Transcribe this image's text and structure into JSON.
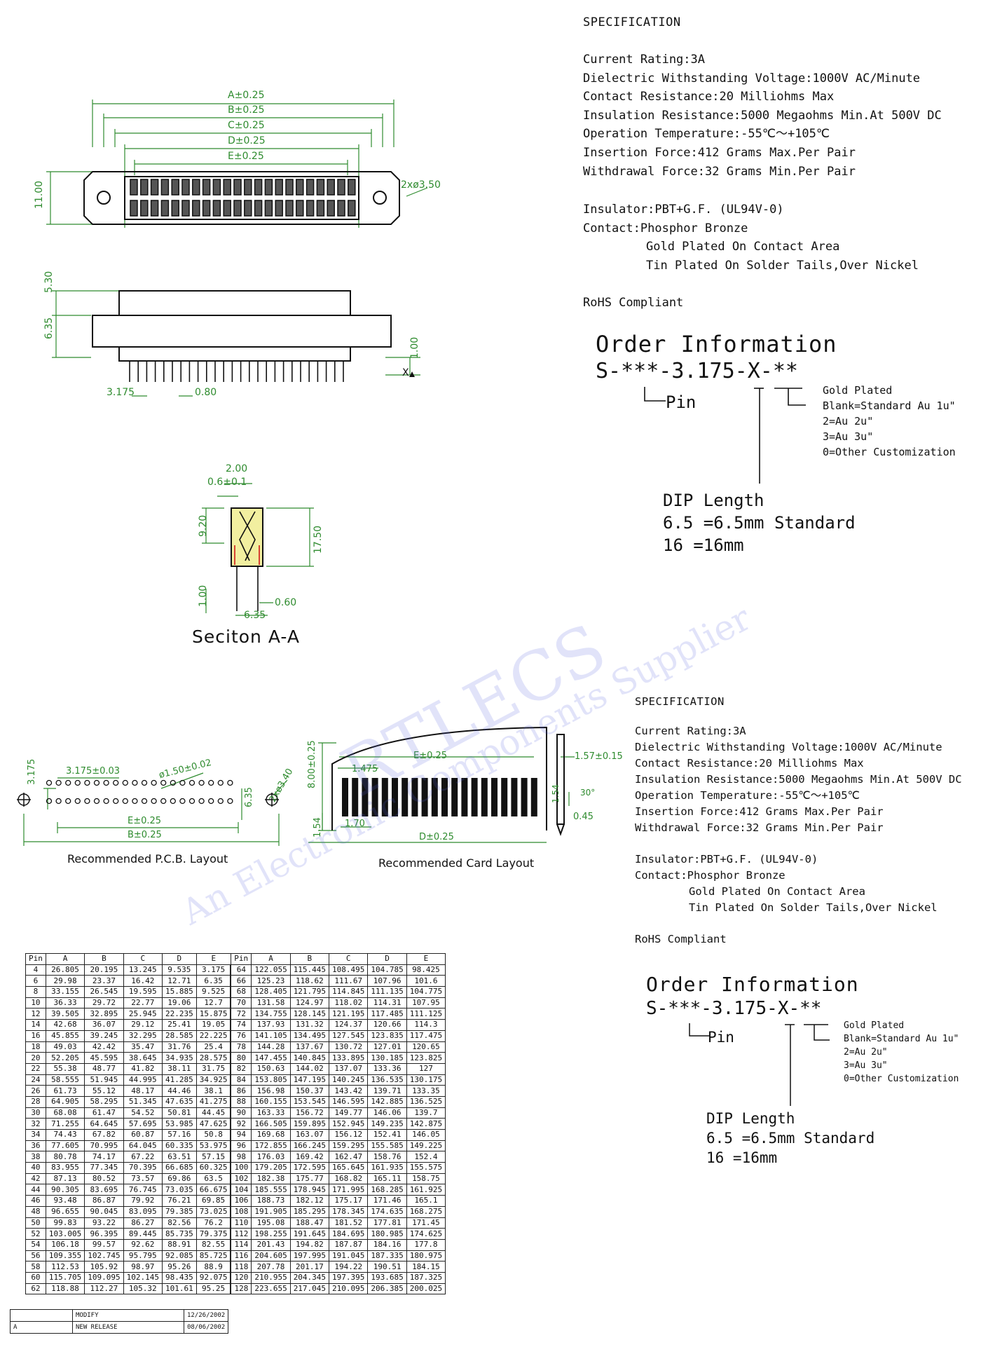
{
  "spec1": {
    "title": "SPECIFICATION",
    "lines": [
      "Current Rating:3A",
      "Dielectric Withstanding Voltage:1000V AC/Minute",
      "Contact Resistance:20 Milliohms Max",
      "Insulation Resistance:5000 Megaohms Min.At 500V DC",
      "Operation Temperature:-55℃～+105℃",
      "Insertion Force:412 Grams Max.Per Pair",
      "Withdrawal Force:32 Grams Min.Per Pair"
    ],
    "insulator": "Insulator:PBT+G.F. (UL94V-0)",
    "contact": "Contact:Phosphor Bronze",
    "plating1": "Gold Plated On Contact Area",
    "plating2": "Tin Plated On Solder Tails,Over Nickel",
    "rohs": "RoHS Compliant"
  },
  "order": {
    "title": "Order Information",
    "code": "S-***-3.175-X-**",
    "pin": "Pin",
    "gold_title": "Gold Plated",
    "gold_options": [
      "Blank=Standard Au 1u\"",
      "2=Au 2u\"",
      "3=Au 3u\"",
      "0=Other Customization"
    ],
    "dip_title": "DIP Length",
    "dip_options": [
      "6.5 =6.5mm Standard",
      "16  =16mm"
    ]
  },
  "drawing": {
    "dim_a": "A±0.25",
    "dim_b": "B±0.25",
    "dim_c": "C±0.25",
    "dim_d": "D±0.25",
    "dim_e": "E±0.25",
    "height": "11.00",
    "holes": "2xø3.50",
    "side_h1": "5.30",
    "side_h2": "6.35",
    "side_tail": "1.00",
    "pitch": "3.175",
    "tail_w": "0.80",
    "x_label": "X",
    "sec_w1": "2.00",
    "sec_w2": "0.6±0.1",
    "sec_h1": "9.20",
    "sec_h2": "17.50",
    "sec_h3": "1.00",
    "sec_w3": "0.60",
    "sec_w4": "6.35",
    "section_title": "Seciton A-A"
  },
  "pcb": {
    "pitch_v": "3.175",
    "pitch_h": "3.175±0.03",
    "hole_d": "ø1.50±0.02",
    "mount": "2xø3.40",
    "row_gap": "6.35",
    "dim_e": "E±0.25",
    "dim_b": "B±0.25",
    "caption": "Recommended P.C.B. Layout"
  },
  "card": {
    "height": "8.00±0.25",
    "pad_start": "1.475",
    "dim_e": "E±0.25",
    "bottom_h": "1.54",
    "pad_w": "1.70",
    "dim_d": "D±0.25",
    "thickness": "1.57±0.15",
    "edge_h": "1.54",
    "angle": "30°",
    "chamfer": "0.45",
    "caption": "Recommended Card Layout"
  },
  "table": {
    "headers": [
      "Pin",
      "A",
      "B",
      "C",
      "D",
      "E",
      "Pin",
      "A",
      "B",
      "C",
      "D",
      "E"
    ],
    "rows": [
      [
        "4",
        "26.805",
        "20.195",
        "13.245",
        "9.535",
        "3.175",
        "64",
        "122.055",
        "115.445",
        "108.495",
        "104.785",
        "98.425"
      ],
      [
        "6",
        "29.98",
        "23.37",
        "16.42",
        "12.71",
        "6.35",
        "66",
        "125.23",
        "118.62",
        "111.67",
        "107.96",
        "101.6"
      ],
      [
        "8",
        "33.155",
        "26.545",
        "19.595",
        "15.885",
        "9.525",
        "68",
        "128.405",
        "121.795",
        "114.845",
        "111.135",
        "104.775"
      ],
      [
        "10",
        "36.33",
        "29.72",
        "22.77",
        "19.06",
        "12.7",
        "70",
        "131.58",
        "124.97",
        "118.02",
        "114.31",
        "107.95"
      ],
      [
        "12",
        "39.505",
        "32.895",
        "25.945",
        "22.235",
        "15.875",
        "72",
        "134.755",
        "128.145",
        "121.195",
        "117.485",
        "111.125"
      ],
      [
        "14",
        "42.68",
        "36.07",
        "29.12",
        "25.41",
        "19.05",
        "74",
        "137.93",
        "131.32",
        "124.37",
        "120.66",
        "114.3"
      ],
      [
        "16",
        "45.855",
        "39.245",
        "32.295",
        "28.585",
        "22.225",
        "76",
        "141.105",
        "134.495",
        "127.545",
        "123.835",
        "117.475"
      ],
      [
        "18",
        "49.03",
        "42.42",
        "35.47",
        "31.76",
        "25.4",
        "78",
        "144.28",
        "137.67",
        "130.72",
        "127.01",
        "120.65"
      ],
      [
        "20",
        "52.205",
        "45.595",
        "38.645",
        "34.935",
        "28.575",
        "80",
        "147.455",
        "140.845",
        "133.895",
        "130.185",
        "123.825"
      ],
      [
        "22",
        "55.38",
        "48.77",
        "41.82",
        "38.11",
        "31.75",
        "82",
        "150.63",
        "144.02",
        "137.07",
        "133.36",
        "127"
      ],
      [
        "24",
        "58.555",
        "51.945",
        "44.995",
        "41.285",
        "34.925",
        "84",
        "153.805",
        "147.195",
        "140.245",
        "136.535",
        "130.175"
      ],
      [
        "26",
        "61.73",
        "55.12",
        "48.17",
        "44.46",
        "38.1",
        "86",
        "156.98",
        "150.37",
        "143.42",
        "139.71",
        "133.35"
      ],
      [
        "28",
        "64.905",
        "58.295",
        "51.345",
        "47.635",
        "41.275",
        "88",
        "160.155",
        "153.545",
        "146.595",
        "142.885",
        "136.525"
      ],
      [
        "30",
        "68.08",
        "61.47",
        "54.52",
        "50.81",
        "44.45",
        "90",
        "163.33",
        "156.72",
        "149.77",
        "146.06",
        "139.7"
      ],
      [
        "32",
        "71.255",
        "64.645",
        "57.695",
        "53.985",
        "47.625",
        "92",
        "166.505",
        "159.895",
        "152.945",
        "149.235",
        "142.875"
      ],
      [
        "34",
        "74.43",
        "67.82",
        "60.87",
        "57.16",
        "50.8",
        "94",
        "169.68",
        "163.07",
        "156.12",
        "152.41",
        "146.05"
      ],
      [
        "36",
        "77.605",
        "70.995",
        "64.045",
        "60.335",
        "53.975",
        "96",
        "172.855",
        "166.245",
        "159.295",
        "155.585",
        "149.225"
      ],
      [
        "38",
        "80.78",
        "74.17",
        "67.22",
        "63.51",
        "57.15",
        "98",
        "176.03",
        "169.42",
        "162.47",
        "158.76",
        "152.4"
      ],
      [
        "40",
        "83.955",
        "77.345",
        "70.395",
        "66.685",
        "60.325",
        "100",
        "179.205",
        "172.595",
        "165.645",
        "161.935",
        "155.575"
      ],
      [
        "42",
        "87.13",
        "80.52",
        "73.57",
        "69.86",
        "63.5",
        "102",
        "182.38",
        "175.77",
        "168.82",
        "165.11",
        "158.75"
      ],
      [
        "44",
        "90.305",
        "83.695",
        "76.745",
        "73.035",
        "66.675",
        "104",
        "185.555",
        "178.945",
        "171.995",
        "168.285",
        "161.925"
      ],
      [
        "46",
        "93.48",
        "86.87",
        "79.92",
        "76.21",
        "69.85",
        "106",
        "188.73",
        "182.12",
        "175.17",
        "171.46",
        "165.1"
      ],
      [
        "48",
        "96.655",
        "90.045",
        "83.095",
        "79.385",
        "73.025",
        "108",
        "191.905",
        "185.295",
        "178.345",
        "174.635",
        "168.275"
      ],
      [
        "50",
        "99.83",
        "93.22",
        "86.27",
        "82.56",
        "76.2",
        "110",
        "195.08",
        "188.47",
        "181.52",
        "177.81",
        "171.45"
      ],
      [
        "52",
        "103.005",
        "96.395",
        "89.445",
        "85.735",
        "79.375",
        "112",
        "198.255",
        "191.645",
        "184.695",
        "180.985",
        "174.625"
      ],
      [
        "54",
        "106.18",
        "99.57",
        "92.62",
        "88.91",
        "82.55",
        "114",
        "201.43",
        "194.82",
        "187.87",
        "184.16",
        "177.8"
      ],
      [
        "56",
        "109.355",
        "102.745",
        "95.795",
        "92.085",
        "85.725",
        "116",
        "204.605",
        "197.995",
        "191.045",
        "187.335",
        "180.975"
      ],
      [
        "58",
        "112.53",
        "105.92",
        "98.97",
        "95.26",
        "88.9",
        "118",
        "207.78",
        "201.17",
        "194.22",
        "190.51",
        "184.15"
      ],
      [
        "60",
        "115.705",
        "109.095",
        "102.145",
        "98.435",
        "92.075",
        "120",
        "210.955",
        "204.345",
        "197.395",
        "193.685",
        "187.325"
      ],
      [
        "62",
        "118.88",
        "112.27",
        "105.32",
        "101.61",
        "95.25",
        "128",
        "223.655",
        "217.045",
        "210.095",
        "206.385",
        "200.025"
      ]
    ]
  },
  "revision": {
    "rows": [
      {
        "rev": "",
        "desc": "MODIFY",
        "date": "12/26/2002"
      },
      {
        "rev": "A",
        "desc": "NEW RELEASE",
        "date": "08/06/2002"
      }
    ]
  },
  "watermark": {
    "line1": "RTLECS",
    "line2": "An Electronic Components Supplier"
  },
  "colors": {
    "line": "#111111",
    "dim": "#2e8b2e",
    "contact_fill": "#f2efa0",
    "red": "#d01818",
    "watermark": "#5a64dc"
  }
}
